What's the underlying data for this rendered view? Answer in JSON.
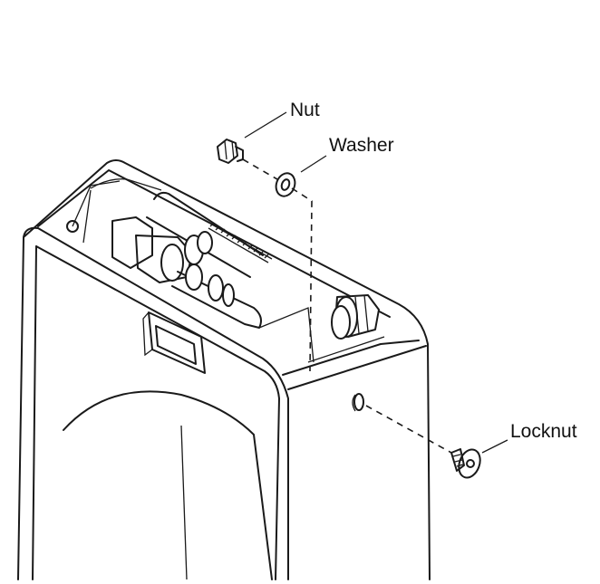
{
  "labels": {
    "nut": "Nut",
    "washer": "Washer",
    "locknut": "Locknut"
  }
}
